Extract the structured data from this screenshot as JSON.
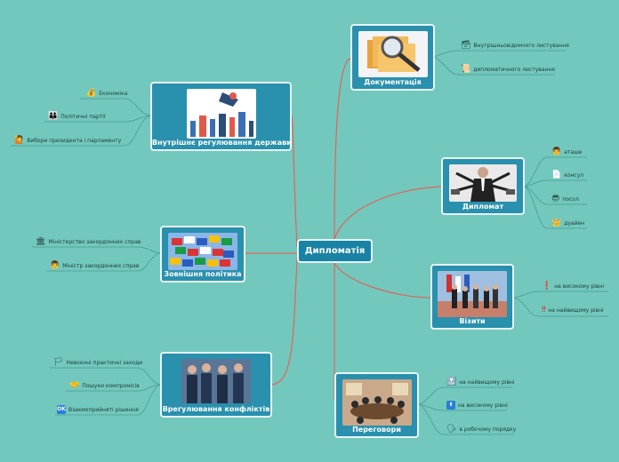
{
  "central": {
    "label": "Дипломатія"
  },
  "topics": {
    "documentation": {
      "label": "Документація",
      "children": [
        {
          "label": "Внутрішньовідомчого листування",
          "icon": "card-file-box-icon",
          "glyph": "🗃"
        },
        {
          "label": "дипломатичного листування",
          "icon": "scroll-icon",
          "glyph": "📜"
        }
      ]
    },
    "internal_regulation": {
      "label": "Внутрішнє регулювання держави",
      "children": [
        {
          "label": "Економіка",
          "icon": "money-bag-icon",
          "glyph": "💰"
        },
        {
          "label": "Політичні партії",
          "icon": "people-group-icon",
          "glyph": "👪"
        },
        {
          "label": "Вибори президента і парламенту",
          "icon": "raising-hand-icon",
          "glyph": "🙋"
        }
      ]
    },
    "diplomat": {
      "label": "Дипломат",
      "children": [
        {
          "label": "аташе",
          "icon": "man-face-icon",
          "glyph": "👨"
        },
        {
          "label": "консул",
          "icon": "paper-icon",
          "glyph": "📄"
        },
        {
          "label": "посол",
          "icon": "sunglasses-face-icon",
          "glyph": "😎"
        },
        {
          "label": "дуайен",
          "icon": "royal-person-icon",
          "glyph": "👑"
        }
      ]
    },
    "foreign_policy": {
      "label": "Зовнішня політика",
      "children": [
        {
          "label": "Міністерство закордонних справ",
          "icon": "classical-building-icon",
          "glyph": "🏛"
        },
        {
          "label": "Міністр закордонних справ",
          "icon": "office-worker-icon",
          "glyph": "👨"
        }
      ]
    },
    "visits": {
      "label": "Візити",
      "children": [
        {
          "label": "на високому рівні",
          "icon": "exclamation-icon",
          "glyph": "❗"
        },
        {
          "label": "на найвищому рівні",
          "icon": "double-exclamation-icon",
          "glyph": "‼"
        }
      ]
    },
    "conflict_resolution": {
      "label": "Врегулювання конфліктів",
      "children": [
        {
          "label": "Невоєнні практичні заходи",
          "icon": "white-flag-icon",
          "glyph": "🏳"
        },
        {
          "label": "Пошуки компромісів",
          "icon": "handshake-icon",
          "glyph": "🤝"
        },
        {
          "label": "Взаємоприйняті рішення",
          "icon": "ok-button-icon",
          "glyph": "OK"
        }
      ]
    },
    "negotiations": {
      "label": "Переговори",
      "children": [
        {
          "label": "на найвищому рівні",
          "icon": "top-arrow-icon",
          "glyph": "🔝"
        },
        {
          "label": "на високому рівні",
          "icon": "up-arrow-icon",
          "glyph": "⬆"
        },
        {
          "label": "в робочому порядку",
          "icon": "speaking-head-icon",
          "glyph": "🗣"
        }
      ]
    }
  },
  "colors": {
    "background": "#72c8bd",
    "central": "#1883a4",
    "topic": "#2990ae",
    "branch": "#e0635a",
    "leaf_line": "#4b9a95"
  }
}
